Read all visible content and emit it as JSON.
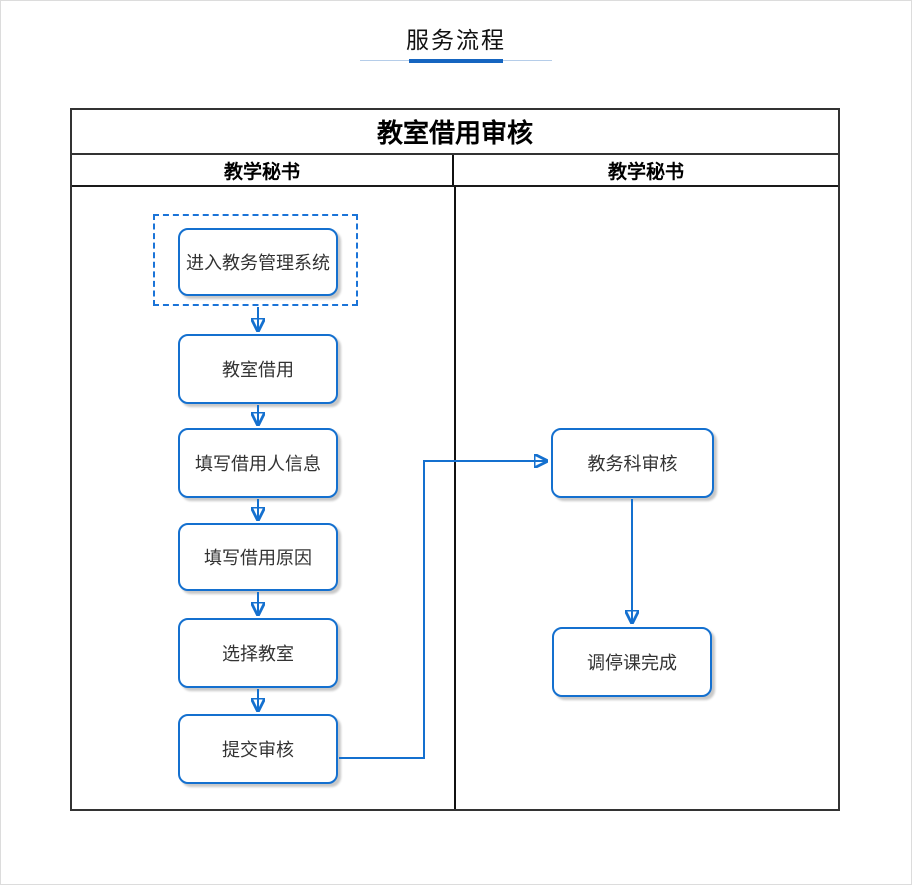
{
  "page": {
    "title": "服务流程"
  },
  "flowchart": {
    "title": "教室借用审核",
    "lanes": [
      {
        "header": "教学秘书"
      },
      {
        "header": "教学秘书"
      }
    ],
    "nodes": [
      {
        "id": "enter-system",
        "label": "进入教务管理系统",
        "selected": true
      },
      {
        "id": "classroom-borrow",
        "label": "教室借用"
      },
      {
        "id": "fill-borrower-info",
        "label": "填写借用人信息"
      },
      {
        "id": "fill-reason",
        "label": "填写借用原因"
      },
      {
        "id": "select-classroom",
        "label": "选择教室"
      },
      {
        "id": "submit-review",
        "label": "提交审核"
      },
      {
        "id": "office-review",
        "label": "教务科审核"
      },
      {
        "id": "adjust-complete",
        "label": "调停课完成"
      }
    ],
    "edges": [
      "进入教务管理系统 → 教室借用",
      "教室借用 → 填写借用人信息",
      "填写借用人信息 → 填写借用原因",
      "填写借用原因 → 选择教室",
      "选择教室 → 提交审核",
      "提交审核 → 教务科审核",
      "教务科审核 → 调停课完成"
    ],
    "colors": {
      "node_border": "#1470cf",
      "connector": "#1470cf",
      "selection_dash": "#1b74d8",
      "accent_underline": "#1565c0",
      "underline_track": "#b5cde9",
      "table_border": "#333333"
    }
  }
}
